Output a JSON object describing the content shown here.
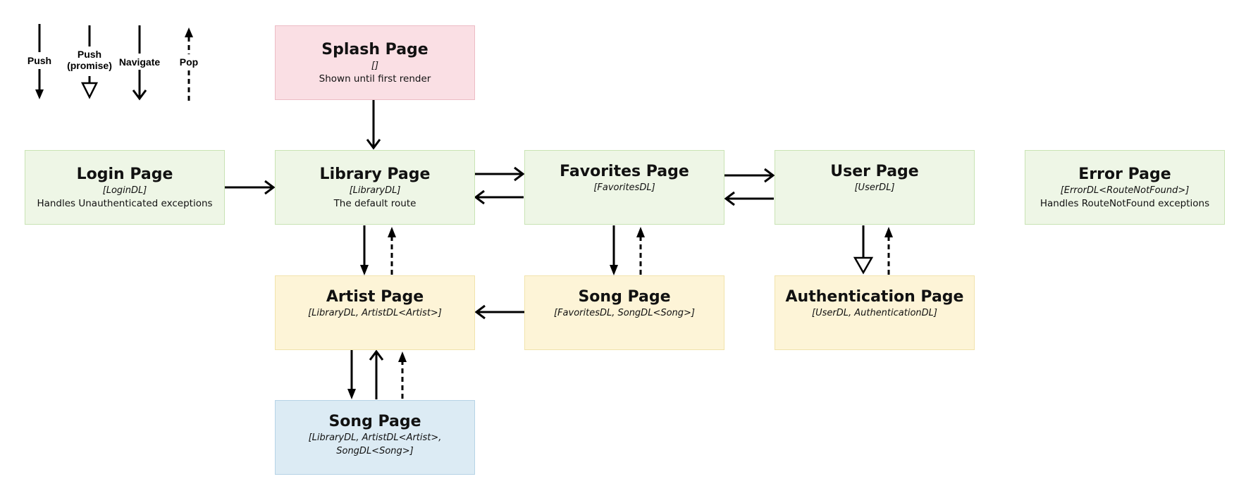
{
  "legend": {
    "push": "Push",
    "push_promise_1": "Push",
    "push_promise_2": "(promise)",
    "navigate": "Navigate",
    "pop": "Pop"
  },
  "nodes": {
    "splash": {
      "title": "Splash Page",
      "sub": "[]",
      "desc": "Shown until first render",
      "color": "#fadfe4"
    },
    "login": {
      "title": "Login Page",
      "sub": "[LoginDL]",
      "desc": "Handles Unauthenticated exceptions",
      "color": "#eef6e6"
    },
    "library": {
      "title": "Library Page",
      "sub": "[LibraryDL]",
      "desc": "The default route",
      "color": "#eef6e6"
    },
    "favorites": {
      "title": "Favorites Page",
      "sub": "[FavoritesDL]",
      "color": "#eef6e6"
    },
    "user": {
      "title": "User Page",
      "sub": "[UserDL]",
      "color": "#eef6e6"
    },
    "error": {
      "title": "Error Page",
      "sub": "[ErrorDL<RouteNotFound>]",
      "desc": "Handles RouteNotFound exceptions",
      "color": "#eef6e6"
    },
    "artist": {
      "title": "Artist Page",
      "sub": "[LibraryDL, ArtistDL<Artist>]",
      "color": "#fdf4d7"
    },
    "song_fav": {
      "title": "Song Page",
      "sub": "[FavoritesDL, SongDL<Song>]",
      "color": "#fdf4d7"
    },
    "auth": {
      "title": "Authentication Page",
      "sub": "[UserDL, AuthenticationDL]",
      "color": "#fdf4d7"
    },
    "song_lib": {
      "title": "Song Page",
      "sub_1": "[LibraryDL, ArtistDL<Artist>,",
      "sub_2": "SongDL<Song>]",
      "color": "#dcebf4"
    }
  },
  "edge_types": {
    "push": "solid line, filled arrowhead",
    "push_promise": "solid line, hollow triangle",
    "navigate": "solid line, open chevron",
    "pop": "dashed line, filled arrowhead"
  }
}
